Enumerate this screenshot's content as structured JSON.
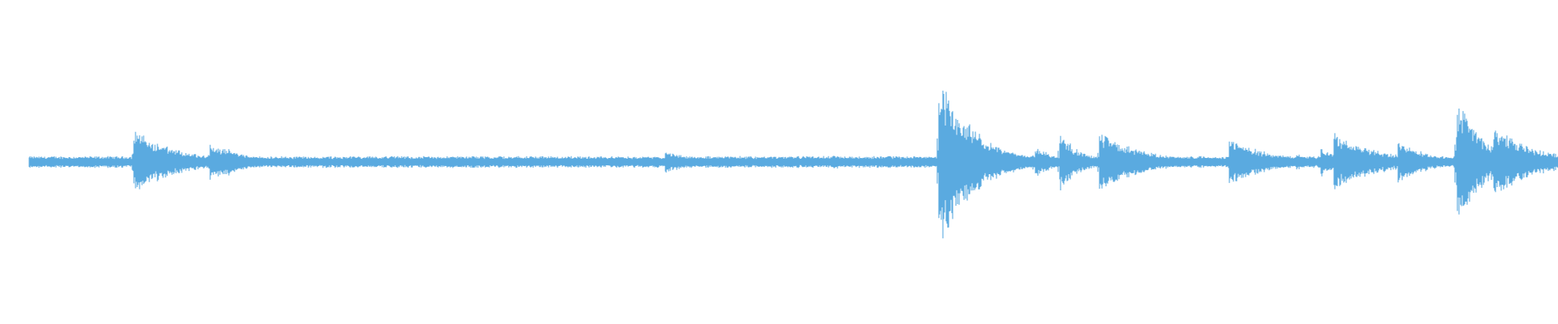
{
  "waveform": {
    "color": "#5aaae0",
    "baseline_amplitude": 0.04,
    "duration_fraction_start": 0.0,
    "duration_fraction_end": 1.0,
    "transients": [
      {
        "at": 0.068,
        "peak": 0.28,
        "decay": 0.03
      },
      {
        "at": 0.118,
        "peak": 0.18,
        "decay": 0.02
      },
      {
        "at": 0.126,
        "peak": 0.14,
        "decay": 0.02
      },
      {
        "at": 0.416,
        "peak": 0.09,
        "decay": 0.03
      },
      {
        "at": 0.524,
        "peak": 0.07,
        "decay": 0.02
      },
      {
        "at": 0.595,
        "peak": 0.8,
        "decay": 0.022
      },
      {
        "at": 0.632,
        "peak": 0.14,
        "decay": 0.02
      },
      {
        "at": 0.658,
        "peak": 0.16,
        "decay": 0.012
      },
      {
        "at": 0.674,
        "peak": 0.26,
        "decay": 0.014
      },
      {
        "at": 0.7,
        "peak": 0.28,
        "decay": 0.028
      },
      {
        "at": 0.785,
        "peak": 0.22,
        "decay": 0.026
      },
      {
        "at": 0.829,
        "peak": 0.08,
        "decay": 0.01
      },
      {
        "at": 0.845,
        "peak": 0.14,
        "decay": 0.01
      },
      {
        "at": 0.853,
        "peak": 0.26,
        "decay": 0.03
      },
      {
        "at": 0.895,
        "peak": 0.2,
        "decay": 0.02
      },
      {
        "at": 0.934,
        "peak": 0.56,
        "decay": 0.018
      },
      {
        "at": 0.958,
        "peak": 0.3,
        "decay": 0.03
      }
    ]
  }
}
